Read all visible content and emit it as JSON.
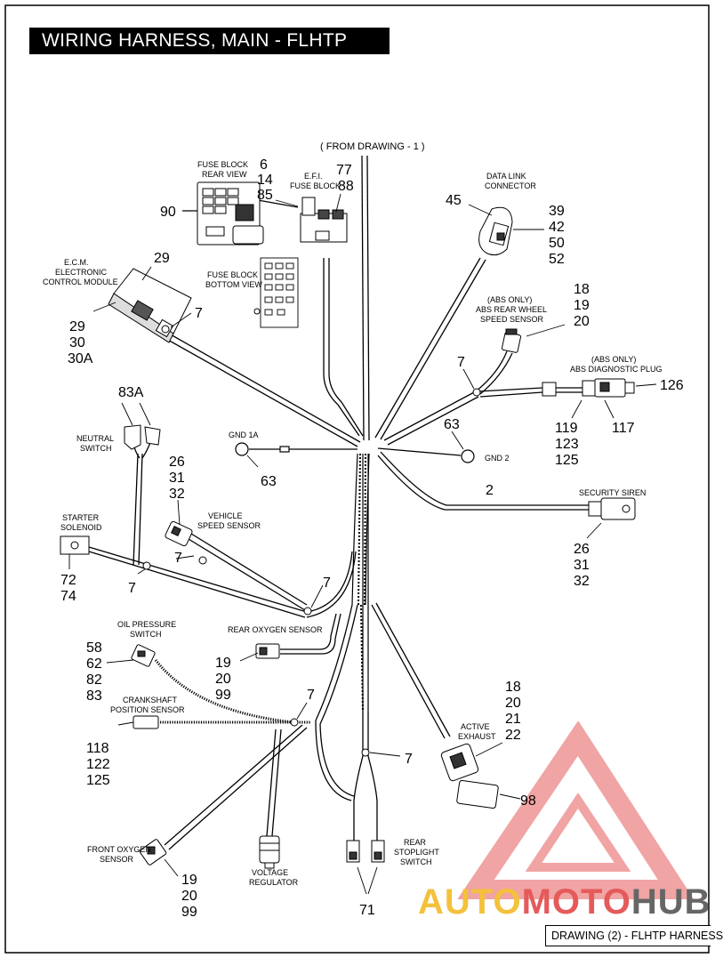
{
  "title": "WIRING HARNESS, MAIN - FLHTP",
  "from_drawing": "( FROM DRAWING - 1 )",
  "footer": "DRAWING (2) - FLHTP HARNESS",
  "watermark": {
    "part1": "AUTO",
    "part2": "MOTO",
    "part3": "HUB",
    "color_a": "#f4c13c",
    "color_b": "#e55a5a",
    "color_c": "#666666"
  },
  "labels": {
    "fuse_block_rear_1": "FUSE BLOCK",
    "fuse_block_rear_2": "REAR VIEW",
    "efi_1": "E.F.I.",
    "efi_2": "FUSE BLOCK",
    "data_link_1": "DATA LINK",
    "data_link_2": "CONNECTOR",
    "fuse_bottom_1": "FUSE BLOCK",
    "fuse_bottom_2": "BOTTOM VIEW",
    "ecm_1": "E.C.M.",
    "ecm_2": "ELECTRONIC",
    "ecm_3": "CONTROL MODULE",
    "abs_rear_1": "(ABS ONLY)",
    "abs_rear_2": "ABS REAR WHEEL",
    "abs_rear_3": "SPEED SENSOR",
    "abs_diag_1": "(ABS ONLY)",
    "abs_diag_2": "ABS DIAGNOSTIC PLUG",
    "neutral_1": "NEUTRAL",
    "neutral_2": "SWITCH",
    "gnd1a": "GND 1A",
    "gnd2": "GND 2",
    "security_siren": "SECURITY SIREN",
    "vss_1": "VEHICLE",
    "vss_2": "SPEED SENSOR",
    "starter_1": "STARTER",
    "starter_2": "SOLENOID",
    "oil_1": "OIL PRESSURE",
    "oil_2": "SWITCH",
    "rear_o2": "REAR OXYGEN SENSOR",
    "crank_1": "CRANKSHAFT",
    "crank_2": "POSITION SENSOR",
    "active_1": "ACTIVE",
    "active_2": "EXHAUST",
    "front_o2_1": "FRONT OXYGEN",
    "front_o2_2": "SENSOR",
    "volt_1": "VOLTAGE",
    "volt_2": "REGULATOR",
    "stop_1": "REAR",
    "stop_2": "STOPLIGHT",
    "stop_3": "SWITCH"
  },
  "callouts": {
    "c6": "6",
    "c14": "14",
    "c85": "85",
    "c77": "77",
    "c88": "88",
    "c90": "90",
    "c45": "45",
    "c39": "39",
    "c42": "42",
    "c50": "50",
    "c52": "52",
    "c29_top": "29",
    "c29": "29",
    "c30": "30",
    "c30a": "30A",
    "c7_ecm": "7",
    "c18_abs": "18",
    "c19_abs": "19",
    "c20_abs": "20",
    "c7_abs": "7",
    "c126": "126",
    "c119": "119",
    "c123": "123",
    "c125_abs": "125",
    "c117": "117",
    "c83a": "83A",
    "c63_g2": "63",
    "c63_g1": "63",
    "c2": "2",
    "c26": "26",
    "c31": "31",
    "c32": "32",
    "c26_s": "26",
    "c31_s": "31",
    "c32_s": "32",
    "c7_a": "7",
    "c7_b": "7",
    "c7_c": "7",
    "c72": "72",
    "c74": "74",
    "c58": "58",
    "c62": "62",
    "c82": "82",
    "c83": "83",
    "c19_r": "19",
    "c20_r": "20",
    "c99_r": "99",
    "c7_d": "7",
    "c18_ae": "18",
    "c20_ae": "20",
    "c21_ae": "21",
    "c22_ae": "22",
    "c118": "118",
    "c122": "122",
    "c125": "125",
    "c7_e": "7",
    "c98": "98",
    "c19_f": "19",
    "c20_f": "20",
    "c99_f": "99",
    "c71": "71"
  }
}
